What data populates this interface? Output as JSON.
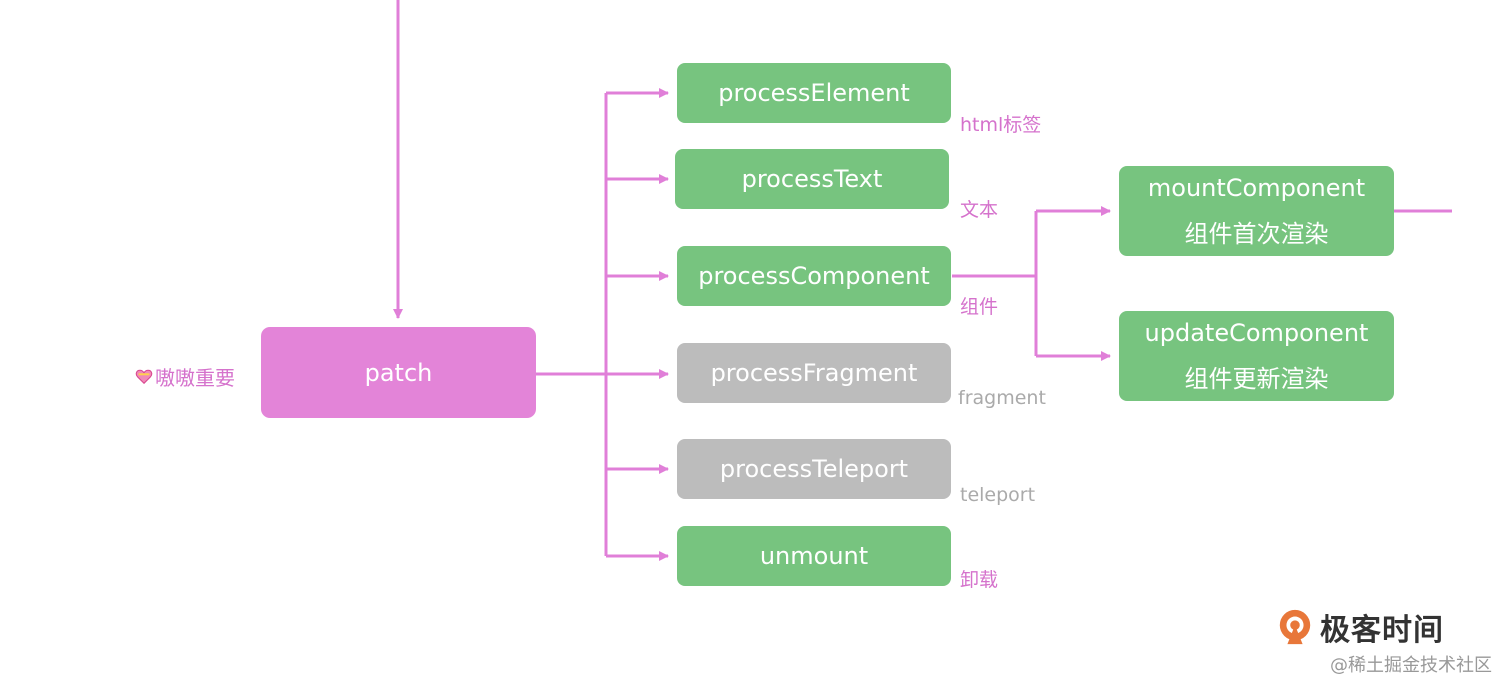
{
  "colors": {
    "pink_node": "#e384d8",
    "green_node": "#77c47f",
    "gray_node": "#bcbcbc",
    "connector": "#e07fd8",
    "pink_note": "#d572cc",
    "gray_note": "#aaaaaa"
  },
  "root": {
    "label": "patch",
    "note": "嗷嗷重要",
    "note_icon": "heart-icon"
  },
  "branches": [
    {
      "label": "processElement",
      "note": "html标签",
      "style": "green"
    },
    {
      "label": "processText",
      "note": "文本",
      "style": "green"
    },
    {
      "label": "processComponent",
      "note": "组件",
      "style": "green"
    },
    {
      "label": "processFragment",
      "note": "fragment",
      "style": "gray"
    },
    {
      "label": "processTeleport",
      "note": "teleport",
      "style": "gray"
    },
    {
      "label": "unmount",
      "note": "卸载",
      "style": "green"
    }
  ],
  "component_children": [
    {
      "line1": "mountComponent",
      "line2": "组件首次渲染",
      "style": "green"
    },
    {
      "line1": "updateComponent",
      "line2": "组件更新渲染",
      "style": "green"
    }
  ],
  "watermark": {
    "logo_text": "极客时间",
    "credit": "@稀土掘金技术社区"
  }
}
